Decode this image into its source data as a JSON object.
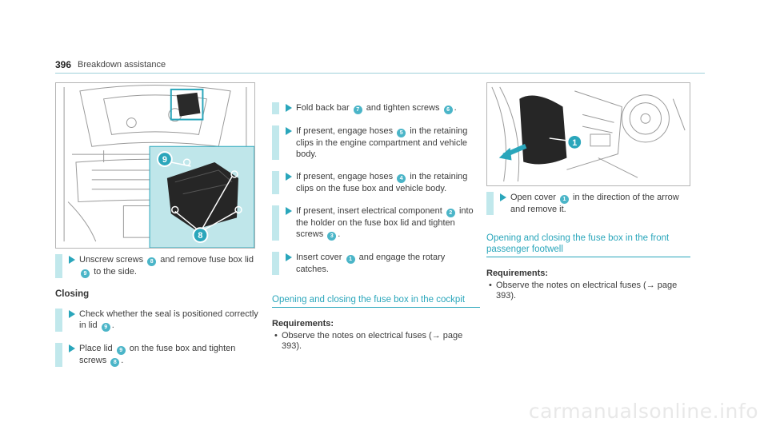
{
  "header": {
    "page_number": "396",
    "section": "Breakdown assistance"
  },
  "col1": {
    "step1": {
      "a": "Unscrew screws",
      "b8": "8",
      "c": "and remove fuse box lid",
      "b9": "9",
      "d": "to the side."
    },
    "closing_heading": "Closing",
    "step2": {
      "a": "Check whether the seal is positioned correctly in lid",
      "b9": "9",
      "c": "."
    },
    "step3": {
      "a": "Place lid",
      "b9": "9",
      "c": "on the fuse box and tighten screws",
      "b8": "8",
      "d": "."
    }
  },
  "col2": {
    "step1": {
      "a": "Fold back bar",
      "b7": "7",
      "c": "and tighten screws",
      "b6": "6",
      "d": "."
    },
    "step2": {
      "a": "If present, engage hoses",
      "b5": "5",
      "c": "in the retaining clips in the engine compartment and vehicle body."
    },
    "step3": {
      "a": "If present, engage hoses",
      "b4": "4",
      "c": "in the retaining clips on the fuse box and vehicle body."
    },
    "step4": {
      "a": "If present, insert electrical component",
      "b2": "2",
      "c": "into the holder on the fuse box lid and tighten screws",
      "b3": "3",
      "d": "."
    },
    "step5": {
      "a": "Insert cover",
      "b1": "1",
      "c": "and engage the rotary catches."
    },
    "section_heading": "Opening and closing the fuse box in the cockpit",
    "requirements_label": "Requirements:",
    "req_item": "Observe the notes on electrical fuses (→ page 393)."
  },
  "col3": {
    "step1": {
      "a": "Open cover",
      "b1": "1",
      "c": "in the direction of the arrow and remove it."
    },
    "section_heading": "Opening and closing the fuse box in the front passenger footwell",
    "requirements_label": "Requirements:",
    "req_item": "Observe the notes on electrical fuses (→ page 393)."
  },
  "illustration1": {
    "callout_9": "9",
    "callout_8": "8"
  },
  "illustration2": {
    "callout_1": "1"
  },
  "bullet": "•",
  "watermark": "carmanualsonline.info",
  "colors": {
    "accent": "#2aa6bb",
    "step_bar": "#c1e8ec",
    "inset_bg": "#bfe6ea",
    "badge": "#4bb5c8"
  }
}
